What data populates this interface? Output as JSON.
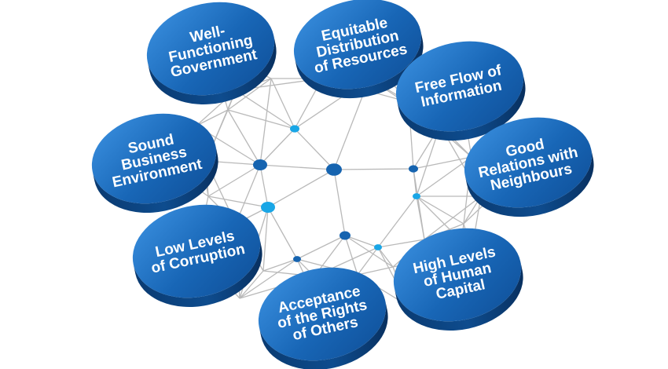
{
  "pillars": [
    {
      "id": "well-functioning-government",
      "lines": [
        "Well-",
        "Functioning",
        "Government"
      ]
    },
    {
      "id": "equitable-distribution",
      "lines": [
        "Equitable",
        "Distribution",
        "of Resources"
      ]
    },
    {
      "id": "free-flow-of-information",
      "lines": [
        "Free Flow of",
        "Information"
      ]
    },
    {
      "id": "good-relations",
      "lines": [
        "Good",
        "Relations with",
        "Neighbours"
      ]
    },
    {
      "id": "high-levels-of-human-capital",
      "lines": [
        "High Levels",
        "of Human",
        "Capital"
      ]
    },
    {
      "id": "acceptance-of-rights",
      "lines": [
        "Acceptance",
        "of the Rights",
        "of Others"
      ]
    },
    {
      "id": "low-levels-of-corruption",
      "lines": [
        "Low Levels",
        "of Corruption"
      ]
    },
    {
      "id": "sound-business-environment",
      "lines": [
        "Sound",
        "Business",
        "Environment"
      ]
    }
  ],
  "colors": {
    "disc_top": "#1565b8",
    "disc_top_light": "#3a8fe0",
    "disc_side": "#0b3f7a",
    "hub_dark": "#1664b0",
    "hub_light": "#19a6e6",
    "network_line": "#b9b9b9",
    "label": "#ffffff"
  }
}
